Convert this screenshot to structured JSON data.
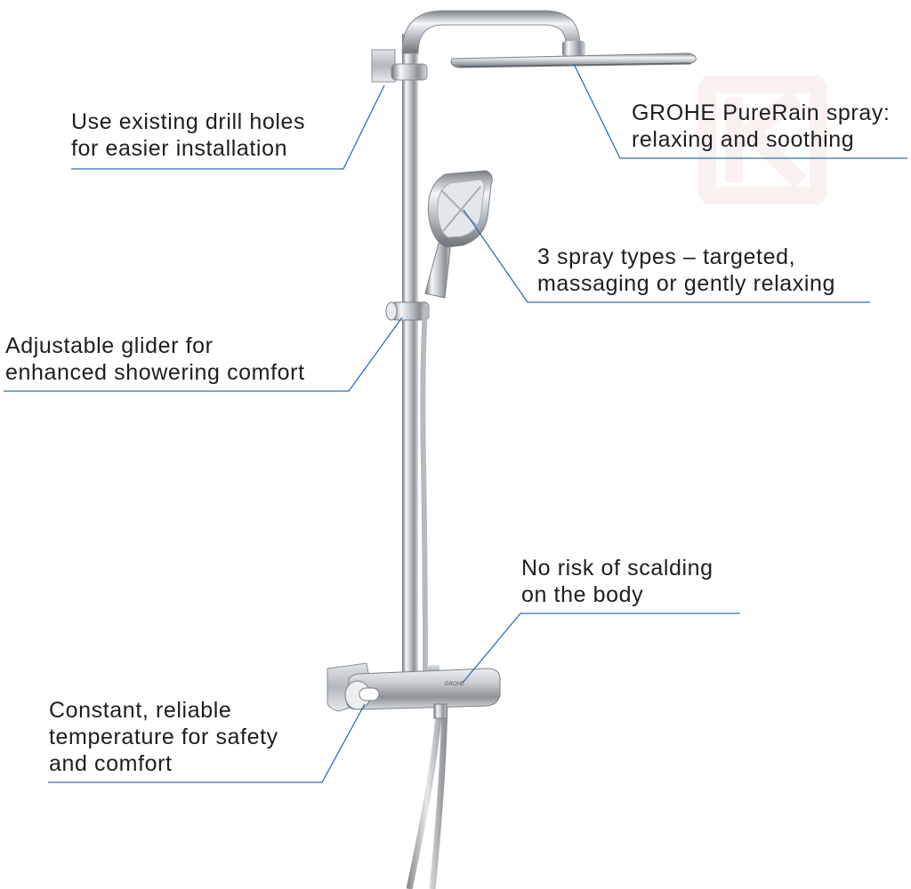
{
  "brand": "GROHE",
  "accent_color": "#2d6fb8",
  "watermark_letter": "K",
  "annotations": {
    "drill_holes": [
      "Use existing drill holes",
      "for easier installation"
    ],
    "rain_spray": [
      "GROHE PureRain spray:",
      "relaxing and soothing"
    ],
    "spray_types": [
      "3 spray types – targeted,",
      "massaging or gently relaxing"
    ],
    "glider": [
      "Adjustable glider for",
      "enhanced showering comfort"
    ],
    "scalding": [
      "No risk of scalding",
      "on the body"
    ],
    "temperature": [
      "Constant, reliable",
      "temperature for safety",
      "and comfort"
    ]
  }
}
